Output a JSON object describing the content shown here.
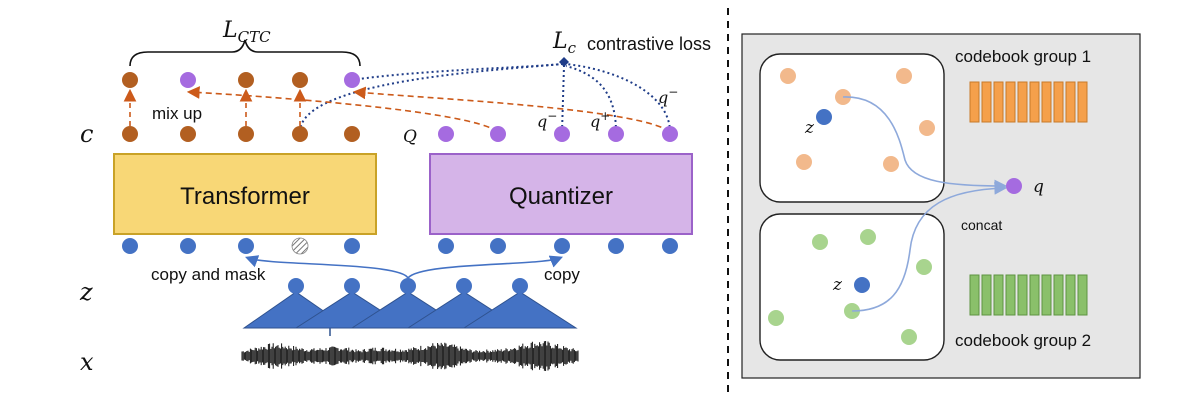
{
  "labels": {
    "l_ctc_main": "L",
    "l_ctc_sub": "CTC",
    "l_c_main": "L",
    "l_c_sub": "c",
    "contrastive_loss": "contrastive loss",
    "mix_up": "mix up",
    "c_row": "c",
    "q_row": "Q",
    "z_row": "z",
    "x_row": "x",
    "transformer": "Transformer",
    "quantizer": "Quantizer",
    "copy_and_mask": "copy and mask",
    "copy": "copy",
    "q_minus_1": "q",
    "q_minus_1_sup": "−",
    "q_plus": "q",
    "q_plus_sup": "+",
    "q_minus_2": "q",
    "q_minus_2_sup": "−",
    "codebook_group_1": "codebook group 1",
    "codebook_group_2": "codebook group 2",
    "z_group_1": "z",
    "z_group_2": "z",
    "concat": "concat",
    "q_out": "q"
  },
  "colors": {
    "brown": "#b25f21",
    "purple": "#a56be0",
    "blue": "#4472c4",
    "transformer_fill": "#f8d776",
    "transformer_border": "#c9a227",
    "quantizer_fill": "#d5b4e8",
    "quantizer_border": "#9b62c9",
    "orange_dash": "#cc5a1a",
    "navy_dot": "#1f3c88",
    "panel_bg": "#e6e6e6",
    "peach": "#f2b98c",
    "green_light": "#a8d48e",
    "codebook_orange": "#f5a04b",
    "codebook_green": "#8ac06a"
  }
}
